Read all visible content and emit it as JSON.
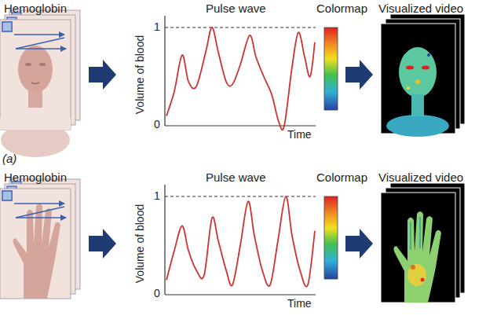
{
  "diagram": {
    "labels": [
      "Hemoglobin",
      "Pulse wave",
      "Colormap",
      "Visualized video",
      "1",
      "Volume of blood",
      "0",
      "Time",
      "(a)",
      "Hemoglobin",
      "Pulse wave",
      "Colormap",
      "Visualized video",
      "1",
      "Volume of blood",
      "0",
      "Time"
    ]
  }
}
